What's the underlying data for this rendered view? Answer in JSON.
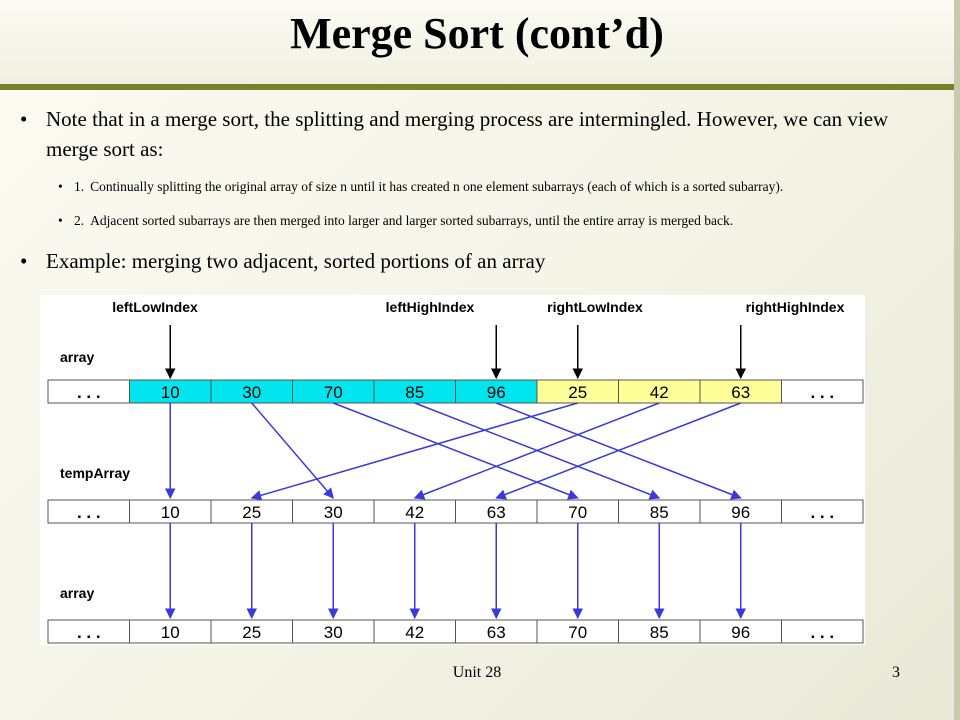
{
  "slide": {
    "title": "Merge Sort (cont’d)",
    "bullet1": "Note that in a merge sort, the splitting and merging process are intermingled. However, we can view merge sort as:",
    "sub1_num": "1.",
    "sub1_text": "Continually splitting the original array of size n until it has created n one element subarrays (each of which is a sorted subarray).",
    "sub2_num": "2.",
    "sub2_text": "Adjacent sorted subarrays are then merged into larger and larger sorted subarrays, until the entire array is merged back.",
    "bullet2": "Example: merging two adjacent, sorted portions of an array",
    "footer": "Unit 28",
    "page": "3"
  },
  "diagram": {
    "pointer_labels": [
      "leftLowIndex",
      "leftHighIndex",
      "rightLowIndex",
      "rightHighIndex"
    ],
    "pointer_cells": [
      1,
      5,
      6,
      8
    ],
    "row_labels": [
      "array",
      "tempArray",
      "array"
    ],
    "ellipsis": ". . .",
    "array_top": [
      "10",
      "30",
      "70",
      "85",
      "96",
      "25",
      "42",
      "63"
    ],
    "temp_array": [
      "10",
      "25",
      "30",
      "42",
      "63",
      "70",
      "85",
      "96"
    ],
    "array_bottom": [
      "10",
      "25",
      "30",
      "42",
      "63",
      "70",
      "85",
      "96"
    ],
    "colors": {
      "left_fill": "#00e5ee",
      "right_fill": "#ffff99",
      "arrow": "#3a3adc",
      "pointer": "#000000"
    }
  }
}
